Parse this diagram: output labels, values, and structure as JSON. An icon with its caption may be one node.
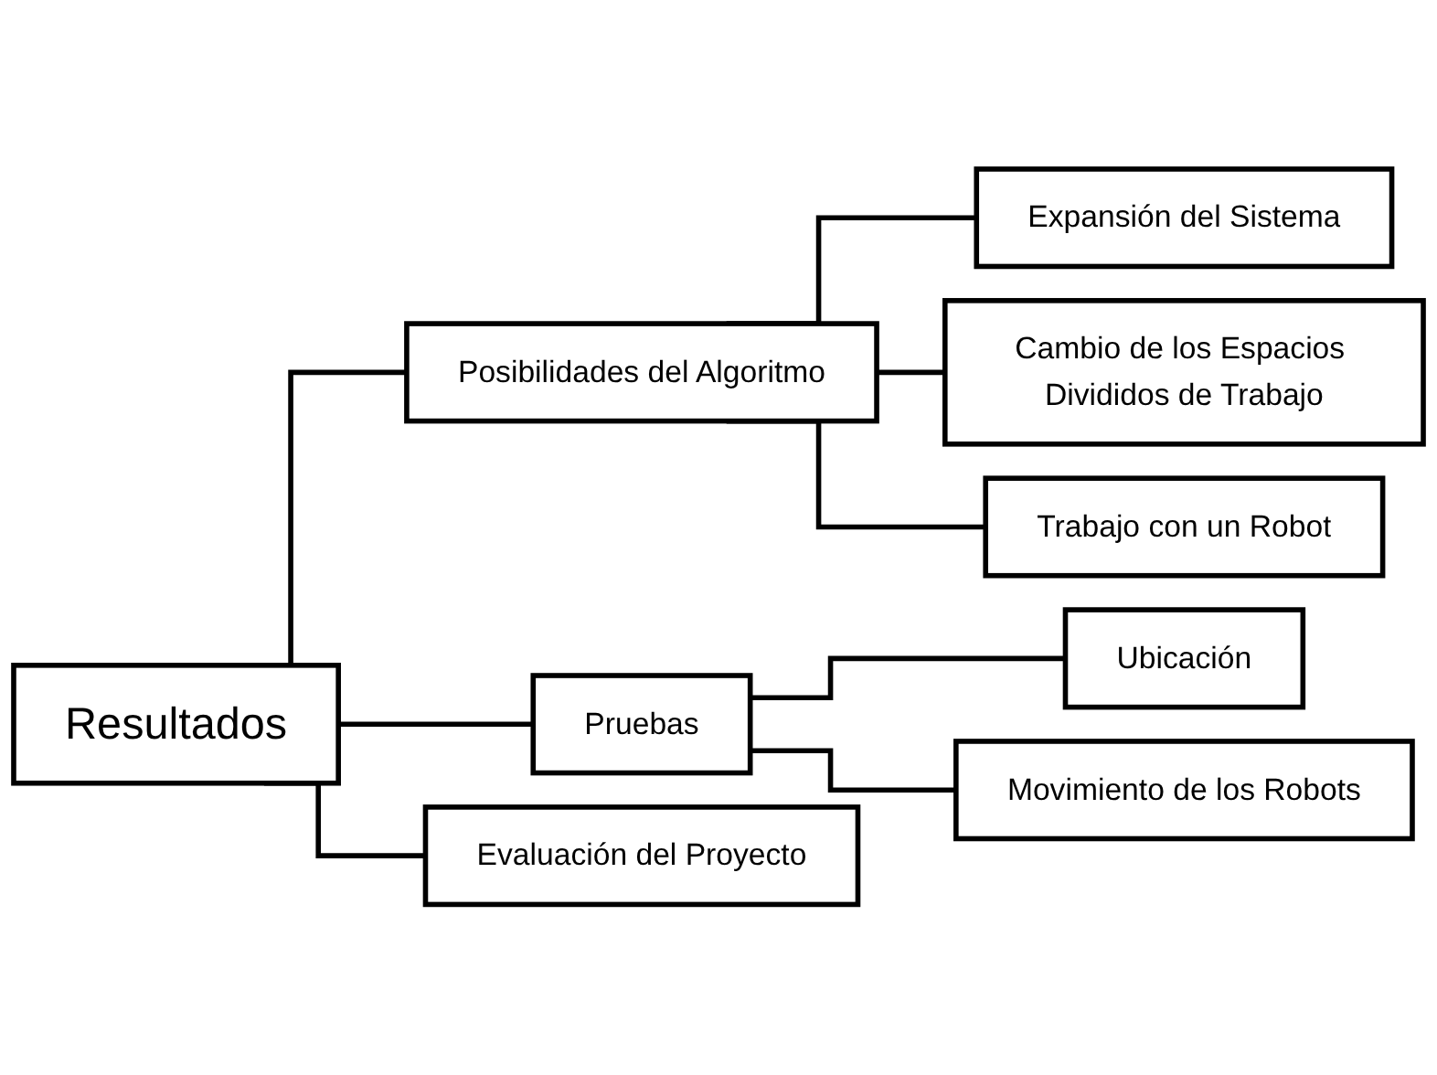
{
  "diagram": {
    "nodes": [
      {
        "text": [
          "Resultados"
        ]
      },
      {
        "text": [
          "Posibilidades del Algoritmo"
        ]
      },
      {
        "text": [
          "Expansión del Sistema"
        ]
      },
      {
        "text": [
          "Cambio de los Espacios Divididos de Trabajo"
        ]
      },
      {
        "text": [
          "Trabajo con un Robot"
        ]
      },
      {
        "text": [
          "Pruebas"
        ]
      },
      {
        "text": [
          "Ubicación"
        ]
      },
      {
        "text": [
          "Movimiento de los Robots"
        ]
      },
      {
        "text": [
          "Evaluación del Proyecto"
        ]
      }
    ],
    "edges": [
      {
        "from": 0,
        "to": 1,
        "arrow": "none"
      },
      {
        "from": 0,
        "to": 5,
        "arrow": "none"
      },
      {
        "from": 0,
        "to": 8,
        "arrow": "none"
      },
      {
        "from": 1,
        "to": 2,
        "arrow": "none"
      },
      {
        "from": 1,
        "to": 3,
        "arrow": "none"
      },
      {
        "from": 1,
        "to": 4,
        "arrow": "none"
      },
      {
        "from": 5,
        "to": 6,
        "arrow": "none"
      },
      {
        "from": 5,
        "to": 7,
        "arrow": "none"
      }
    ]
  }
}
